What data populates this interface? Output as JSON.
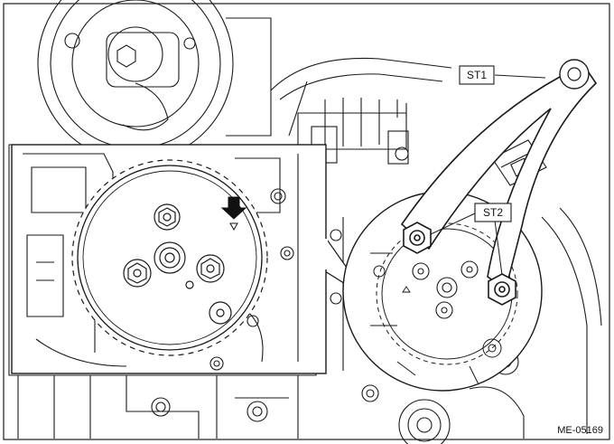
{
  "labels": {
    "st1": "ST1",
    "st2": "ST2"
  },
  "figure_code": "ME-05169",
  "colors": {
    "line": "#1a1a1a",
    "background": "#ffffff",
    "arrow": "#111111"
  },
  "icons": {
    "indicator": "down-arrow-icon",
    "timing_mark": "triangle-mark-icon"
  }
}
